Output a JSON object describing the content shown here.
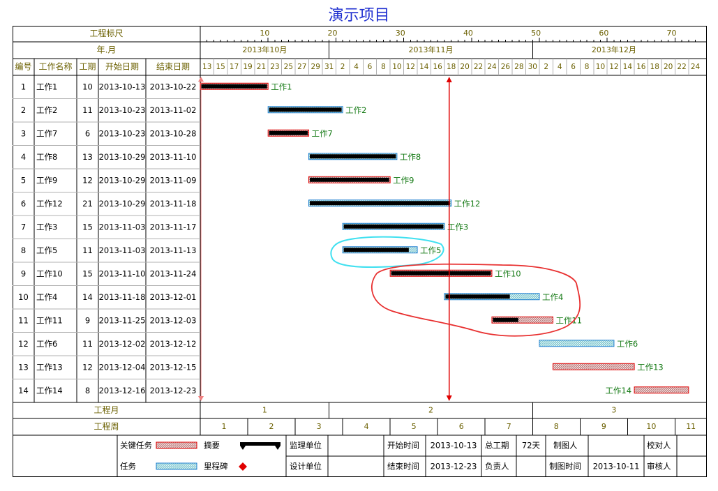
{
  "title": "演示项目",
  "header": {
    "ruler_label": "工程标尺",
    "yearmonth_label": "年.月",
    "ruler_ticks": [
      "10",
      "20",
      "30",
      "40",
      "50",
      "60",
      "70"
    ],
    "months": [
      "2013年10月",
      "2013年11月",
      "2013年12月"
    ],
    "days": [
      "13",
      "15",
      "17",
      "19",
      "21",
      "23",
      "25",
      "27",
      "29",
      "31",
      "2",
      "4",
      "6",
      "8",
      "10",
      "12",
      "14",
      "16",
      "18",
      "20",
      "22",
      "24",
      "26",
      "28",
      "30",
      "2",
      "4",
      "6",
      "8",
      "10",
      "12",
      "14",
      "16",
      "18",
      "20",
      "22",
      "24"
    ],
    "columns": {
      "id": "编号",
      "name": "工作名称",
      "duration": "工期",
      "start": "开始日期",
      "end": "结束日期"
    }
  },
  "chart_data": {
    "type": "gantt",
    "x_unit": "day",
    "x_range": [
      "2013-10-13",
      "2013-12-25"
    ],
    "cursor_date": "2013-11-19",
    "tasks": [
      {
        "id": "1",
        "name": "工作1",
        "duration": "10",
        "start": "2013-10-13",
        "end": "2013-10-22",
        "kind": "critical",
        "progress": 1.0
      },
      {
        "id": "2",
        "name": "工作2",
        "duration": "11",
        "start": "2013-10-23",
        "end": "2013-11-02",
        "kind": "normal",
        "progress": 1.0
      },
      {
        "id": "3",
        "name": "工作7",
        "duration": "6",
        "start": "2013-10-23",
        "end": "2013-10-28",
        "kind": "critical",
        "progress": 1.0
      },
      {
        "id": "4",
        "name": "工作8",
        "duration": "13",
        "start": "2013-10-29",
        "end": "2013-11-10",
        "kind": "normal",
        "progress": 1.0
      },
      {
        "id": "5",
        "name": "工作9",
        "duration": "12",
        "start": "2013-10-29",
        "end": "2013-11-09",
        "kind": "critical",
        "progress": 1.0
      },
      {
        "id": "6",
        "name": "工作12",
        "duration": "21",
        "start": "2013-10-29",
        "end": "2013-11-18",
        "kind": "normal",
        "progress": 1.0
      },
      {
        "id": "7",
        "name": "工作3",
        "duration": "15",
        "start": "2013-11-03",
        "end": "2013-11-17",
        "kind": "normal",
        "progress": 1.0
      },
      {
        "id": "8",
        "name": "工作5",
        "duration": "11",
        "start": "2013-11-03",
        "end": "2013-11-13",
        "kind": "normal",
        "progress": 0.9
      },
      {
        "id": "9",
        "name": "工作10",
        "duration": "15",
        "start": "2013-11-10",
        "end": "2013-11-24",
        "kind": "critical",
        "progress": 1.0
      },
      {
        "id": "10",
        "name": "工作4",
        "duration": "14",
        "start": "2013-11-18",
        "end": "2013-12-01",
        "kind": "normal",
        "progress": 0.7
      },
      {
        "id": "11",
        "name": "工作11",
        "duration": "9",
        "start": "2013-11-25",
        "end": "2013-12-03",
        "kind": "critical",
        "progress": 0.45
      },
      {
        "id": "12",
        "name": "工作6",
        "duration": "11",
        "start": "2013-12-02",
        "end": "2013-12-12",
        "kind": "normal",
        "progress": 0.0
      },
      {
        "id": "13",
        "name": "工作13",
        "duration": "12",
        "start": "2013-12-04",
        "end": "2013-12-15",
        "kind": "critical",
        "progress": 0.0
      },
      {
        "id": "14",
        "name": "工作14",
        "duration": "8",
        "start": "2013-12-16",
        "end": "2013-12-23",
        "kind": "critical",
        "progress": 0.0
      }
    ]
  },
  "footer": {
    "month_row_label": "工程月",
    "week_row_label": "工程周",
    "project_months": [
      "1",
      "2",
      "3"
    ],
    "project_weeks": [
      "1",
      "2",
      "3",
      "4",
      "5",
      "6",
      "7",
      "8",
      "9",
      "10",
      "11"
    ],
    "legend": {
      "critical": "关键任务",
      "summary": "摘要",
      "task": "任务",
      "milestone": "里程碑"
    },
    "info": {
      "supervisor_label": "监理单位",
      "designer_label": "设计单位",
      "start_label": "开始时间",
      "start_value": "2013-10-13",
      "end_label": "结束时间",
      "end_value": "2013-12-23",
      "total_label": "总工期",
      "total_value": "72天",
      "owner_label": "负责人",
      "drawer_label": "制图人",
      "draw_time_label": "制图时间",
      "draw_time_value": "2013-10-11",
      "proofreader_label": "校对人",
      "reviewer_label": "审核人"
    }
  },
  "colors": {
    "critical": "#e00000",
    "normal": "#1e7fd0",
    "summary": "#000000",
    "label_olive": "#6b6000",
    "task_label": "#157a15",
    "critical_fill": "#c08080",
    "normal_fill": "#80c8d0",
    "cursor": "#e00000"
  }
}
